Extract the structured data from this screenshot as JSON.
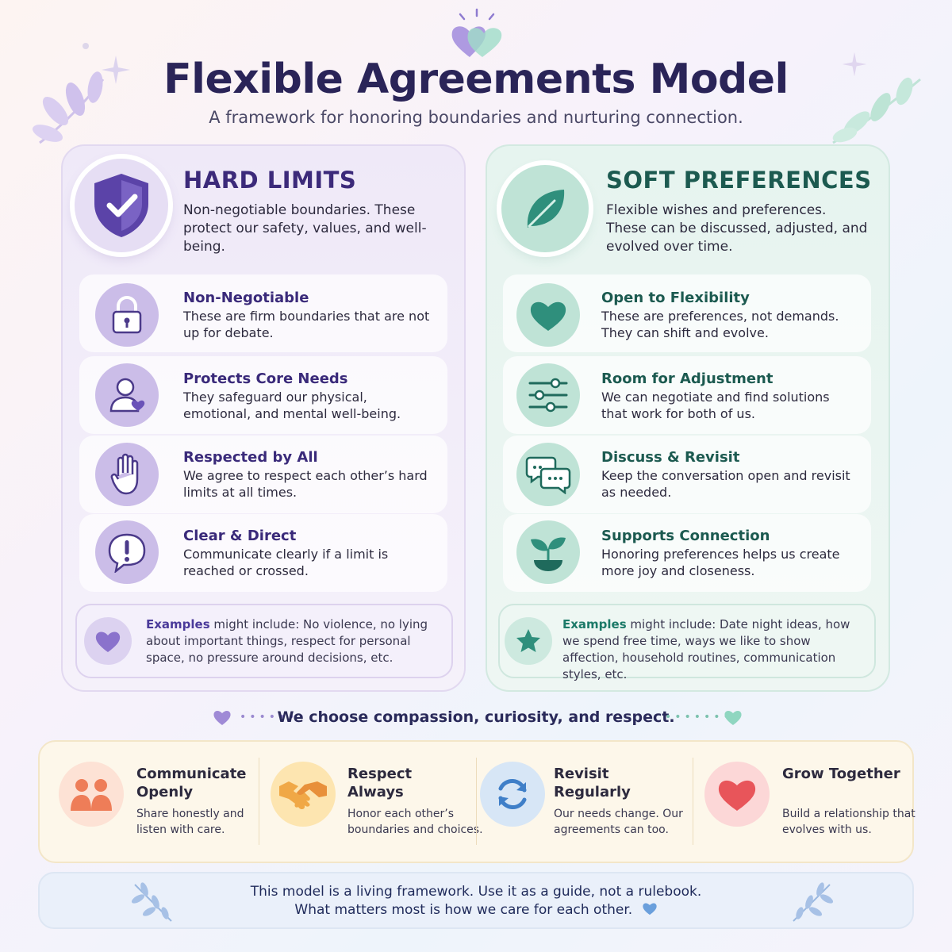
{
  "header": {
    "title": "Flexible Agreements Model",
    "subtitle": "A framework for honoring boundaries and nurturing connection."
  },
  "colors": {
    "hard_accent": "#5b43a8",
    "soft_accent": "#2f8f7c",
    "title": "#2a2458"
  },
  "hard_limits": {
    "title": "HARD LIMITS",
    "icon": "shield-check-icon",
    "description": "Non-negotiable boundaries. These protect our safety, values, and well-being.",
    "items": [
      {
        "icon": "lock-icon",
        "title": "Non-Negotiable",
        "desc": "These are firm boundaries that are not up for debate."
      },
      {
        "icon": "person-heart-icon",
        "title": "Protects Core Needs",
        "desc": "They safeguard our physical, emotional, and mental well-being."
      },
      {
        "icon": "hand-icon",
        "title": "Respected by All",
        "desc": "We agree to respect each other’s hard limits at all times."
      },
      {
        "icon": "alert-bubble-icon",
        "title": "Clear & Direct",
        "desc": "Communicate clearly if a limit is reached or crossed."
      }
    ],
    "examples_label": "Examples",
    "examples_text": " might include: No violence, no lying about important things, respect for personal space, no pressure around decisions, etc."
  },
  "soft_preferences": {
    "title": "SOFT PREFERENCES",
    "icon": "leaf-icon",
    "description": "Flexible wishes and preferences. These can be discussed, adjusted, and evolved over time.",
    "items": [
      {
        "icon": "heart-icon",
        "title": "Open to Flexibility",
        "desc": "These are preferences, not demands. They can shift and evolve."
      },
      {
        "icon": "sliders-icon",
        "title": "Room for Adjustment",
        "desc": "We can negotiate and find solutions that work for both of us."
      },
      {
        "icon": "chat-bubbles-icon",
        "title": "Discuss & Revisit",
        "desc": "Keep the conversation open and revisit as needed."
      },
      {
        "icon": "sprout-icon",
        "title": "Supports Connection",
        "desc": "Honoring preferences helps us create more joy and closeness."
      }
    ],
    "examples_label": "Examples",
    "examples_text": " might include: Date night ideas, how we spend free time, ways we like to show affection, household routines, communication styles, etc."
  },
  "motto": "We choose compassion, curiosity, and respect.",
  "values": [
    {
      "icon": "people-icon",
      "title": "Communicate Openly",
      "desc": "Share honestly and listen with care."
    },
    {
      "icon": "handshake-icon",
      "title": "Respect Always",
      "desc": "Honor each other’s boundaries and choices."
    },
    {
      "icon": "refresh-icon",
      "title": "Revisit Regularly",
      "desc": "Our needs change. Our agreements can too."
    },
    {
      "icon": "heart-icon",
      "title": "Grow Together",
      "desc": "Build a relationship that evolves with us."
    }
  ],
  "footer": {
    "line1": "This model is a living framework. Use it as a guide, not a rulebook.",
    "line2": "What matters most is how we care for each other."
  }
}
